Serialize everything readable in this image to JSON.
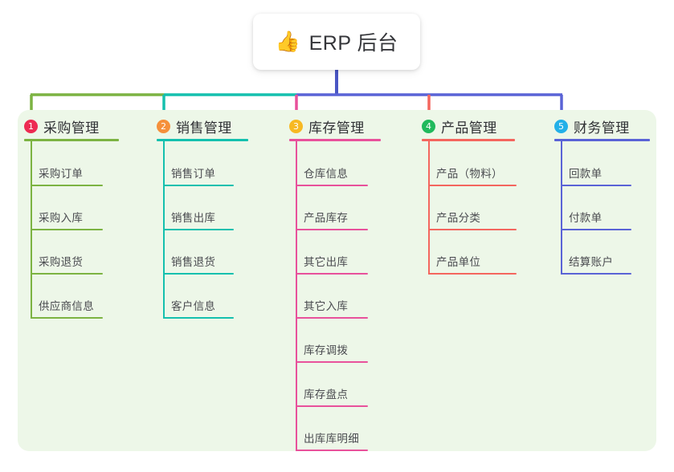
{
  "root": {
    "icon": "thumbs-up-icon",
    "emoji": "👍",
    "title": "ERP 后台"
  },
  "colors": {
    "panel_bg": "#edf7e8",
    "page_bg": "#ffffff",
    "root_stem": "#4a56c4",
    "bus_left": "#7cb342",
    "bus_mid": "#14c0ae",
    "bus_right": "#5a63d6",
    "text": "#4a4b50",
    "title_text": "#2f3034"
  },
  "columns": [
    {
      "number": "1",
      "title": "采购管理",
      "badge_color": "#ed2b52",
      "line_color": "#7cb342",
      "items": [
        "采购订单",
        "采购入库",
        "采购退货",
        "供应商信息"
      ]
    },
    {
      "number": "2",
      "title": "销售管理",
      "badge_color": "#f5903b",
      "line_color": "#14c0ae",
      "items": [
        "销售订单",
        "销售出库",
        "销售退货",
        "客户信息"
      ]
    },
    {
      "number": "3",
      "title": "库存管理",
      "badge_color": "#f7b923",
      "line_color": "#e8519b",
      "items": [
        "仓库信息",
        "产品库存",
        "其它出库",
        "其它入库",
        "库存调拨",
        "库存盘点",
        "出库库明细"
      ]
    },
    {
      "number": "4",
      "title": "产品管理",
      "badge_color": "#21b95c",
      "line_color": "#f4665e",
      "items": [
        "产品（物料）",
        "产品分类",
        "产品单位"
      ]
    },
    {
      "number": "5",
      "title": "财务管理",
      "badge_color": "#23b0e8",
      "line_color": "#5a63d6",
      "items": [
        "回款单",
        "付款单",
        "结算账户"
      ]
    }
  ]
}
